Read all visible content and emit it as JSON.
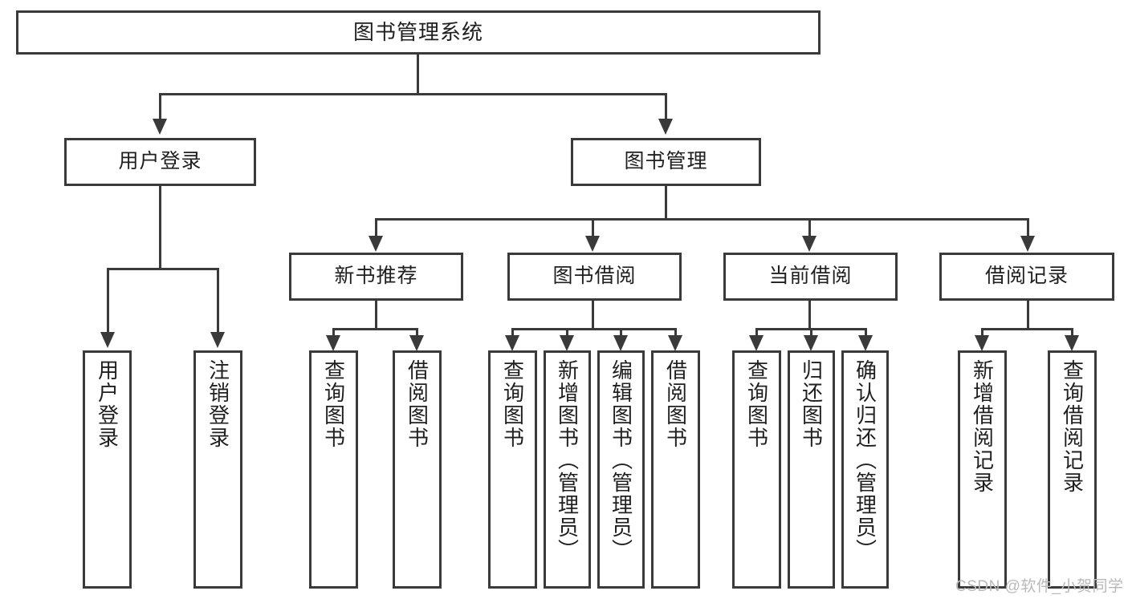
{
  "diagram": {
    "title_node": {
      "label": "图书管理系统"
    },
    "level1": [
      {
        "label": "用户登录"
      },
      {
        "label": "图书管理"
      }
    ],
    "level2": [
      {
        "label": "新书推荐"
      },
      {
        "label": "图书借阅"
      },
      {
        "label": "当前借阅"
      },
      {
        "label": "借阅记录"
      }
    ],
    "leaves": {
      "user_login": [
        {
          "label": "用户登录"
        },
        {
          "label": "注销登录"
        }
      ],
      "new_book_recommend": [
        {
          "label": "查询图书"
        },
        {
          "label": "借阅图书"
        }
      ],
      "book_borrow": [
        {
          "label": "查询图书"
        },
        {
          "label": "新增图书（管理员）"
        },
        {
          "label": "编辑图书（管理员）"
        },
        {
          "label": "借阅图书"
        }
      ],
      "current_borrow": [
        {
          "label": "查询图书"
        },
        {
          "label": "归还图书"
        },
        {
          "label": "确认归还（管理员）"
        }
      ],
      "borrow_record": [
        {
          "label": "新增借阅记录"
        },
        {
          "label": "查询借阅记录"
        }
      ]
    },
    "watermark": {
      "text": "CSDN @软件_小贺同学"
    },
    "colors": {
      "stroke": "#3a3a3a",
      "fill": "#ffffff",
      "text": "#1f1f1f",
      "watermark": "#b9b9b9"
    }
  }
}
